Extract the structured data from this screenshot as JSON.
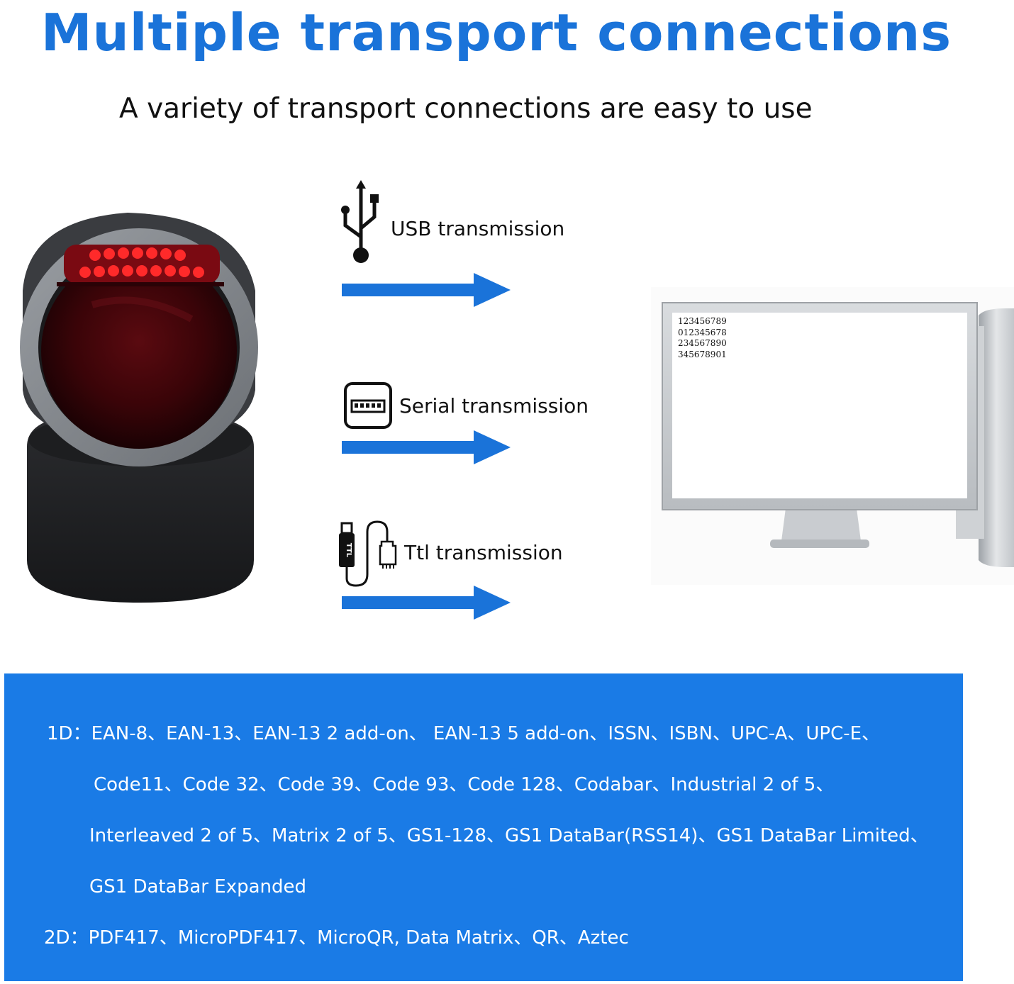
{
  "heading": "Multiple transport connections",
  "subheading": "A variety of transport connections are easy to use",
  "connections": [
    {
      "label": "USB transmission",
      "icon": "usb-icon"
    },
    {
      "label": "Serial transmission",
      "icon": "serial-port-icon"
    },
    {
      "label": "Ttl transmission",
      "icon": "ttl-cable-icon"
    }
  ],
  "monitor_screen": {
    "lines": [
      "123456789",
      "012345678",
      "234567890",
      "345678901"
    ]
  },
  "symbologies": {
    "line1": "1D：EAN-8、EAN-13、EAN-13 2 add-on、 EAN-13 5 add-on、ISSN、ISBN、UPC-A、UPC-E、",
    "line2": "Code11、Code 32、Code 39、Code 93、Code 128、Codabar、Industrial 2 of 5、",
    "line3": "Interleaved 2 of 5、Matrix 2 of 5、GS1-128、GS1 DataBar(RSS14)、GS1 DataBar Limited、",
    "line4": "GS1 DataBar Expanded",
    "line5": "2D：PDF417、MicroPDF417、MicroQR, Data Matrix、QR、Aztec"
  },
  "colors": {
    "accent_blue": "#1a73d9",
    "panel_blue": "#1a7be6",
    "laser_red": "#e0141e"
  }
}
